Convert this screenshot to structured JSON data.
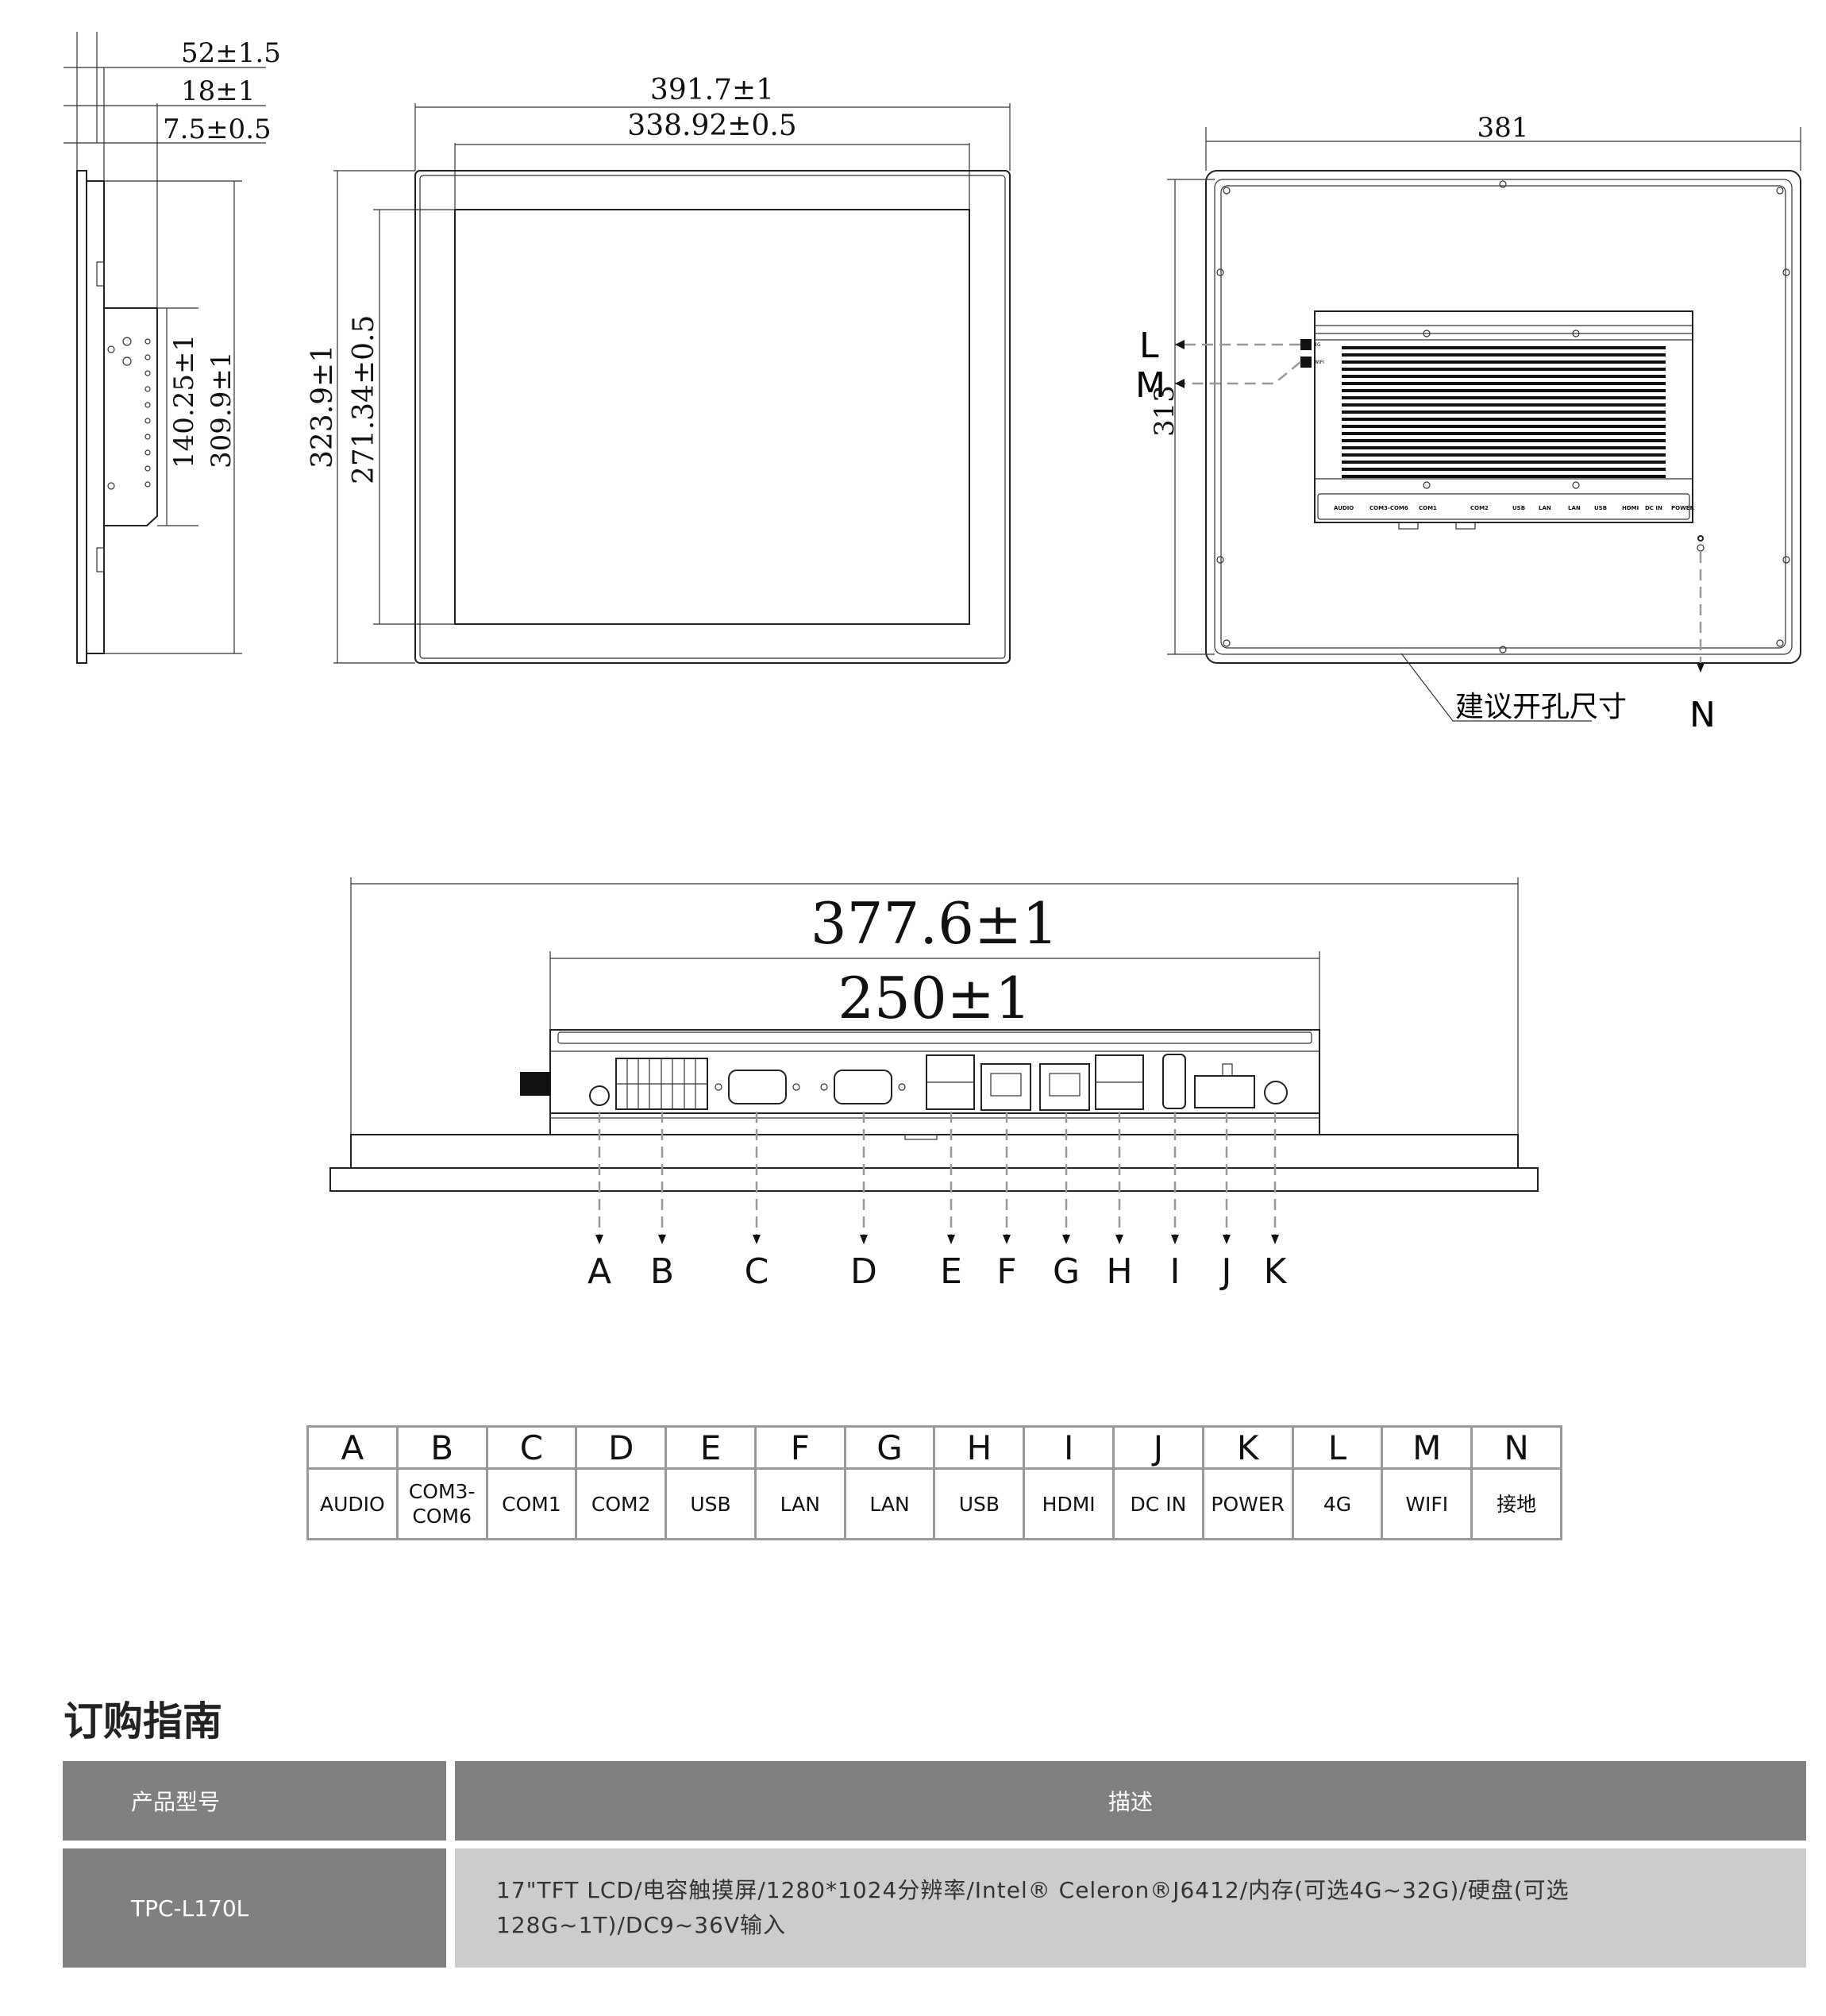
{
  "side_view": {
    "dims": [
      "52±1.5",
      "18±1",
      "7.5±0.5",
      "140.25±1",
      "309.9±1"
    ]
  },
  "front_view": {
    "dims": [
      "391.7±1",
      "338.92±0.5",
      "323.9±1",
      "271.34±0.5"
    ]
  },
  "back_view": {
    "dims": [
      "381",
      "313"
    ],
    "cutout_note": "建议开孔尺寸",
    "callouts": [
      "L",
      "M",
      "N"
    ],
    "antenna_labels": [
      "4G",
      "WIFI"
    ],
    "port_labels": [
      "AUDIO",
      "COM3-COM6",
      "COM1",
      "COM2",
      "USB",
      "LAN",
      "LAN",
      "USB",
      "HDMI",
      "DC IN",
      "POWER"
    ]
  },
  "bottom_view": {
    "dims": [
      "377.6±1",
      "250±1"
    ],
    "port_letters": [
      "A",
      "B",
      "C",
      "D",
      "E",
      "F",
      "G",
      "H",
      "I",
      "J",
      "K"
    ]
  },
  "port_table": [
    {
      "letter": "A",
      "name": "AUDIO"
    },
    {
      "letter": "B",
      "name": "COM3-\nCOM6"
    },
    {
      "letter": "C",
      "name": "COM1"
    },
    {
      "letter": "D",
      "name": "COM2"
    },
    {
      "letter": "E",
      "name": "USB"
    },
    {
      "letter": "F",
      "name": "LAN"
    },
    {
      "letter": "G",
      "name": "LAN"
    },
    {
      "letter": "H",
      "name": "USB"
    },
    {
      "letter": "I",
      "name": "HDMI"
    },
    {
      "letter": "J",
      "name": "DC IN"
    },
    {
      "letter": "K",
      "name": "POWER"
    },
    {
      "letter": "L",
      "name": "4G"
    },
    {
      "letter": "M",
      "name": "WIFI"
    },
    {
      "letter": "N",
      "name": "接地"
    }
  ],
  "ordering_guide": {
    "title": "订购指南",
    "headers": [
      "产品型号",
      "描述"
    ],
    "rows": [
      {
        "model": "TPC-L170L",
        "description": "17\"TFT LCD/电容触摸屏/1280*1024分辨率/Intel® Celeron®J6412/内存(可选4G~32G)/硬盘(可选128G~1T)/DC9~36V输入"
      }
    ]
  }
}
